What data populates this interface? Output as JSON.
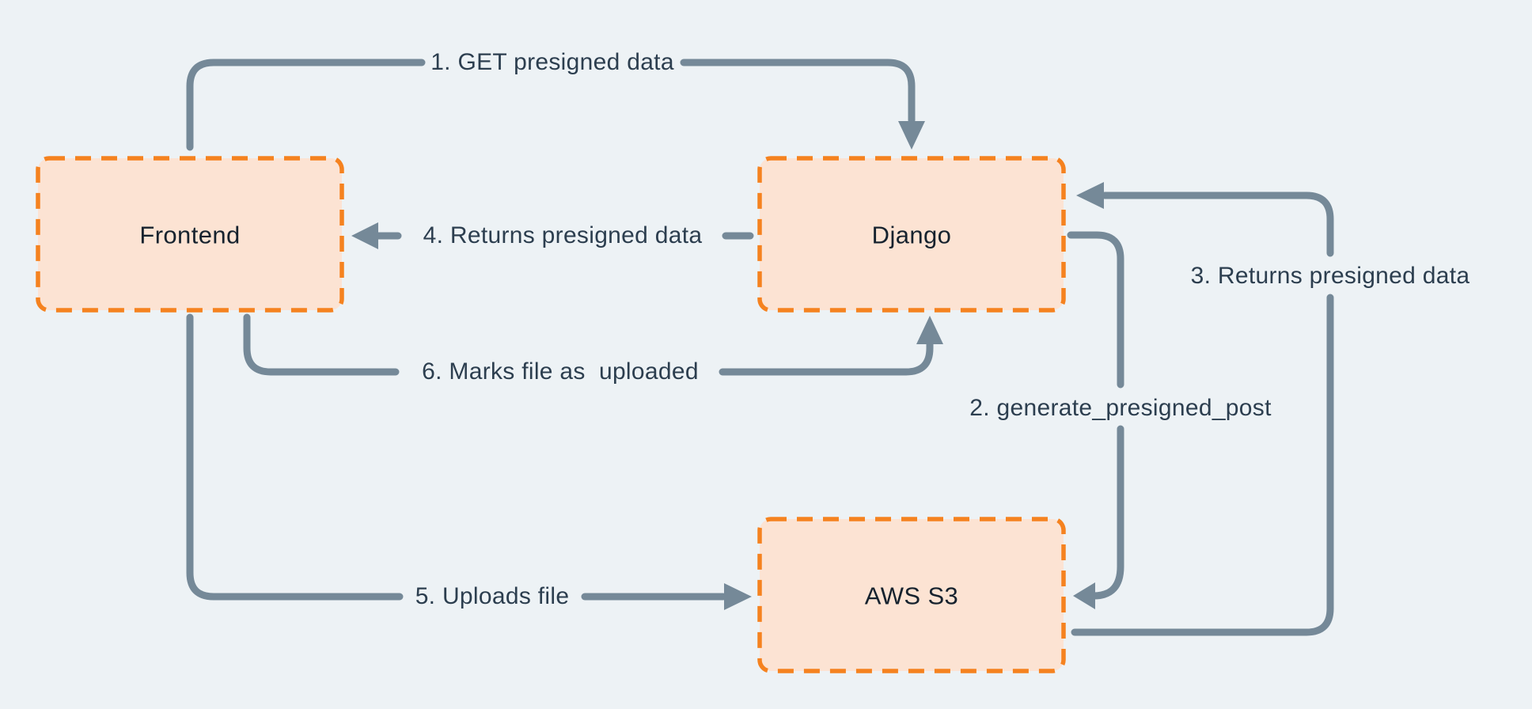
{
  "colors": {
    "bg": "#edf2f5",
    "arrow": "#758998",
    "box_fill": "#fce3d3",
    "box_border": "#f5821f",
    "node_text": "#16222e",
    "edge_text": "#2c3e4f"
  },
  "diagram": {
    "nodes": [
      {
        "id": "frontend",
        "label": "Frontend"
      },
      {
        "id": "django",
        "label": "Django"
      },
      {
        "id": "aws-s3",
        "label": "AWS S3"
      }
    ],
    "edges": [
      {
        "step": 1,
        "label": "1. GET presigned data",
        "from": "frontend",
        "to": "django"
      },
      {
        "step": 2,
        "label": "2. generate_presigned_post",
        "from": "django",
        "to": "aws-s3"
      },
      {
        "step": 3,
        "label": "3. Returns presigned data",
        "from": "aws-s3",
        "to": "django"
      },
      {
        "step": 4,
        "label": "4. Returns presigned data",
        "from": "django",
        "to": "frontend"
      },
      {
        "step": 5,
        "label": "5. Uploads file",
        "from": "frontend",
        "to": "aws-s3"
      },
      {
        "step": 6,
        "label": "6. Marks file as  uploaded",
        "from": "frontend",
        "to": "django"
      }
    ]
  }
}
